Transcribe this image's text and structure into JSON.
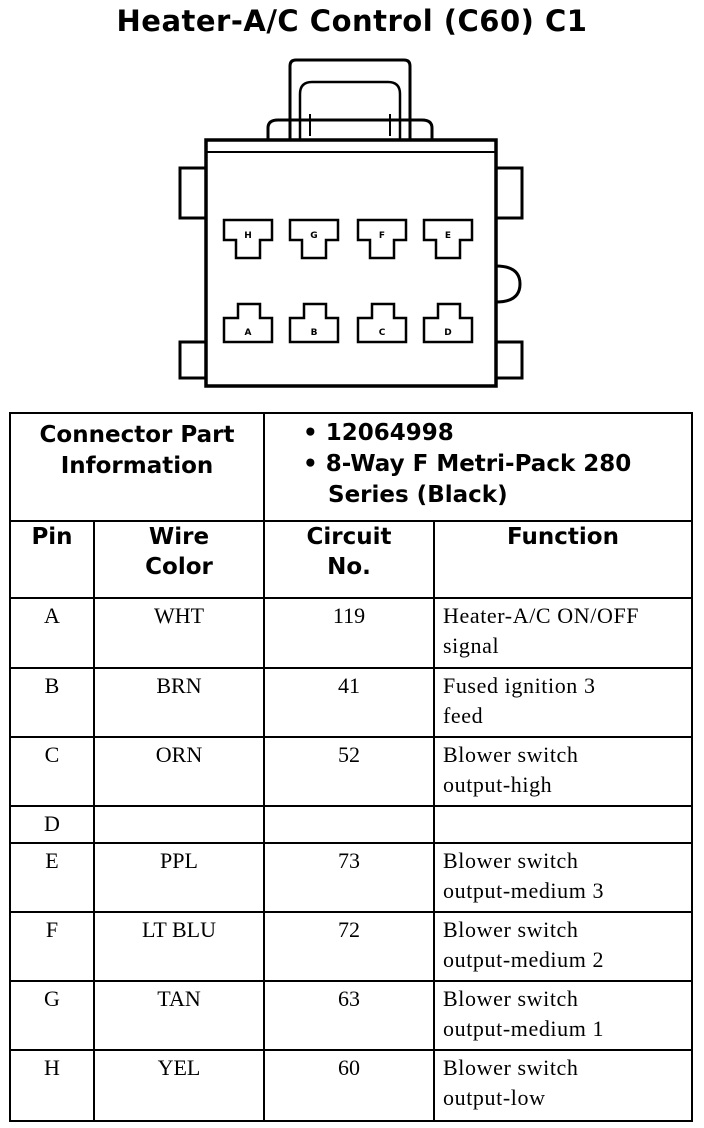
{
  "title": "Heater-A/C Control (C60) C1",
  "connector": {
    "top_row_pins": [
      "H",
      "G",
      "F",
      "E"
    ],
    "bottom_row_pins": [
      "A",
      "B",
      "C",
      "D"
    ]
  },
  "part_info": {
    "label_line1": "Connector Part",
    "label_line2": "Information",
    "bullet": "•",
    "part_number": "12064998",
    "description_line1": "8-Way F Metri-Pack 280",
    "description_line2": "Series (Black)"
  },
  "headers": {
    "pin": "Pin",
    "wire_color_line1": "Wire",
    "wire_color_line2": "Color",
    "circuit_line1": "Circuit",
    "circuit_line2": "No.",
    "function": "Function"
  },
  "rows": [
    {
      "pin": "A",
      "color": "WHT",
      "circuit": "119",
      "function_line1": "Heater-A/C ON/OFF",
      "function_line2": "signal"
    },
    {
      "pin": "B",
      "color": "BRN",
      "circuit": "41",
      "function_line1": "Fused ignition 3",
      "function_line2": "feed"
    },
    {
      "pin": "C",
      "color": "ORN",
      "circuit": "52",
      "function_line1": "Blower switch",
      "function_line2": "output-high"
    },
    {
      "pin": "D",
      "color": "",
      "circuit": "",
      "function_line1": "",
      "function_line2": ""
    },
    {
      "pin": "E",
      "color": "PPL",
      "circuit": "73",
      "function_line1": "Blower switch",
      "function_line2": "output-medium 3"
    },
    {
      "pin": "F",
      "color": "LT BLU",
      "circuit": "72",
      "function_line1": "Blower switch",
      "function_line2": "output-medium 2"
    },
    {
      "pin": "G",
      "color": "TAN",
      "circuit": "63",
      "function_line1": "Blower switch",
      "function_line2": "output-medium 1"
    },
    {
      "pin": "H",
      "color": "YEL",
      "circuit": "60",
      "function_line1": "Blower switch",
      "function_line2": "output-low"
    }
  ]
}
